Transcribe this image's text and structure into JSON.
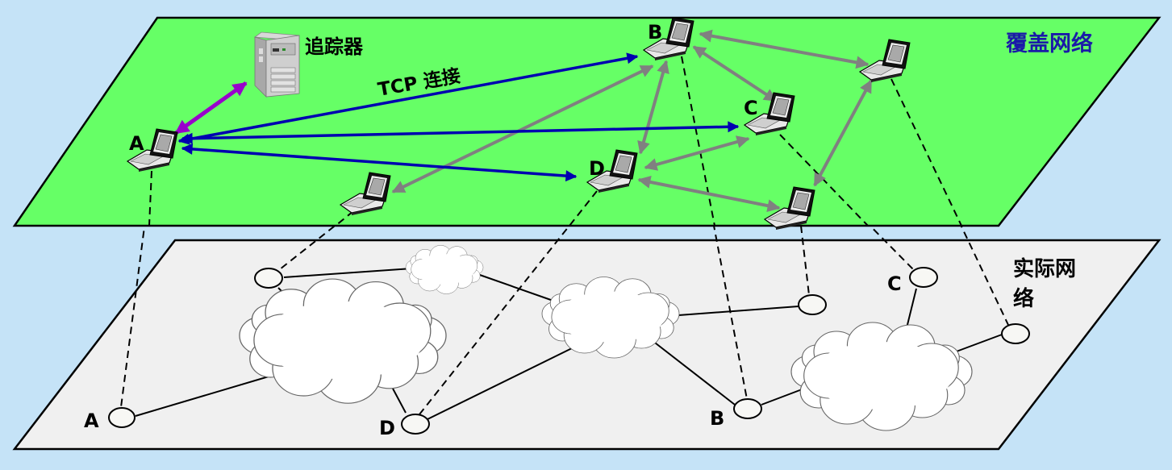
{
  "overlay_network": {
    "title": "覆盖网络",
    "tracker_label": "追踪器",
    "tcp_label": "TCP 连接",
    "peers": [
      {
        "id": "A",
        "label": "A"
      },
      {
        "id": "B",
        "label": "B"
      },
      {
        "id": "C",
        "label": "C"
      },
      {
        "id": "D",
        "label": "D"
      },
      {
        "id": "P1",
        "label": ""
      },
      {
        "id": "P2",
        "label": ""
      },
      {
        "id": "P3",
        "label": ""
      }
    ],
    "tcp_connections": [
      {
        "from": "A",
        "to": "B"
      },
      {
        "from": "A",
        "to": "C"
      },
      {
        "from": "A",
        "to": "D"
      }
    ],
    "tracker_connection": {
      "from": "A",
      "to": "tracker"
    },
    "peer_connections": [
      {
        "from": "B",
        "to": "P2"
      },
      {
        "from": "B",
        "to": "C"
      },
      {
        "from": "B",
        "to": "D"
      },
      {
        "from": "B",
        "to": "P1"
      },
      {
        "from": "D",
        "to": "C"
      },
      {
        "from": "D",
        "to": "P3"
      },
      {
        "from": "P3",
        "to": "P2"
      }
    ]
  },
  "physical_network": {
    "title_line1": "实际网",
    "title_line2": "络",
    "node_labels": {
      "A": "A",
      "B": "B",
      "C": "C",
      "D": "D"
    }
  },
  "colors": {
    "background": "#c5e3f7",
    "overlay_plane": "#66ff66",
    "physical_plane": "#f0f0f0",
    "tcp_arrow": "#0000b0",
    "tracker_arrow": "#9900cc",
    "peer_arrow": "#808080",
    "title_overlay": "#1a1aa8"
  }
}
